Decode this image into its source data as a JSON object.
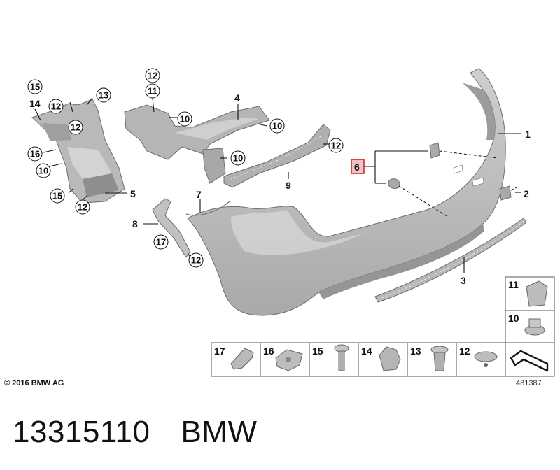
{
  "callouts": [
    "1",
    "2",
    "3",
    "4",
    "5",
    "6",
    "7",
    "8",
    "9",
    "10",
    "11",
    "12",
    "13",
    "14",
    "15",
    "16",
    "17"
  ],
  "legend_numbers": [
    "17",
    "16",
    "15",
    "14",
    "13",
    "12",
    "11",
    "10"
  ],
  "copyright": "© 2016 BMW AG",
  "diagram_number": "481387",
  "part_number": "13315110",
  "brand": "BMW",
  "colors": {
    "part_fill": "#bcbcbc",
    "part_dark": "#8f8f8f",
    "highlight_box": "#d12b2b",
    "highlight_fill": "#efc3c3"
  }
}
